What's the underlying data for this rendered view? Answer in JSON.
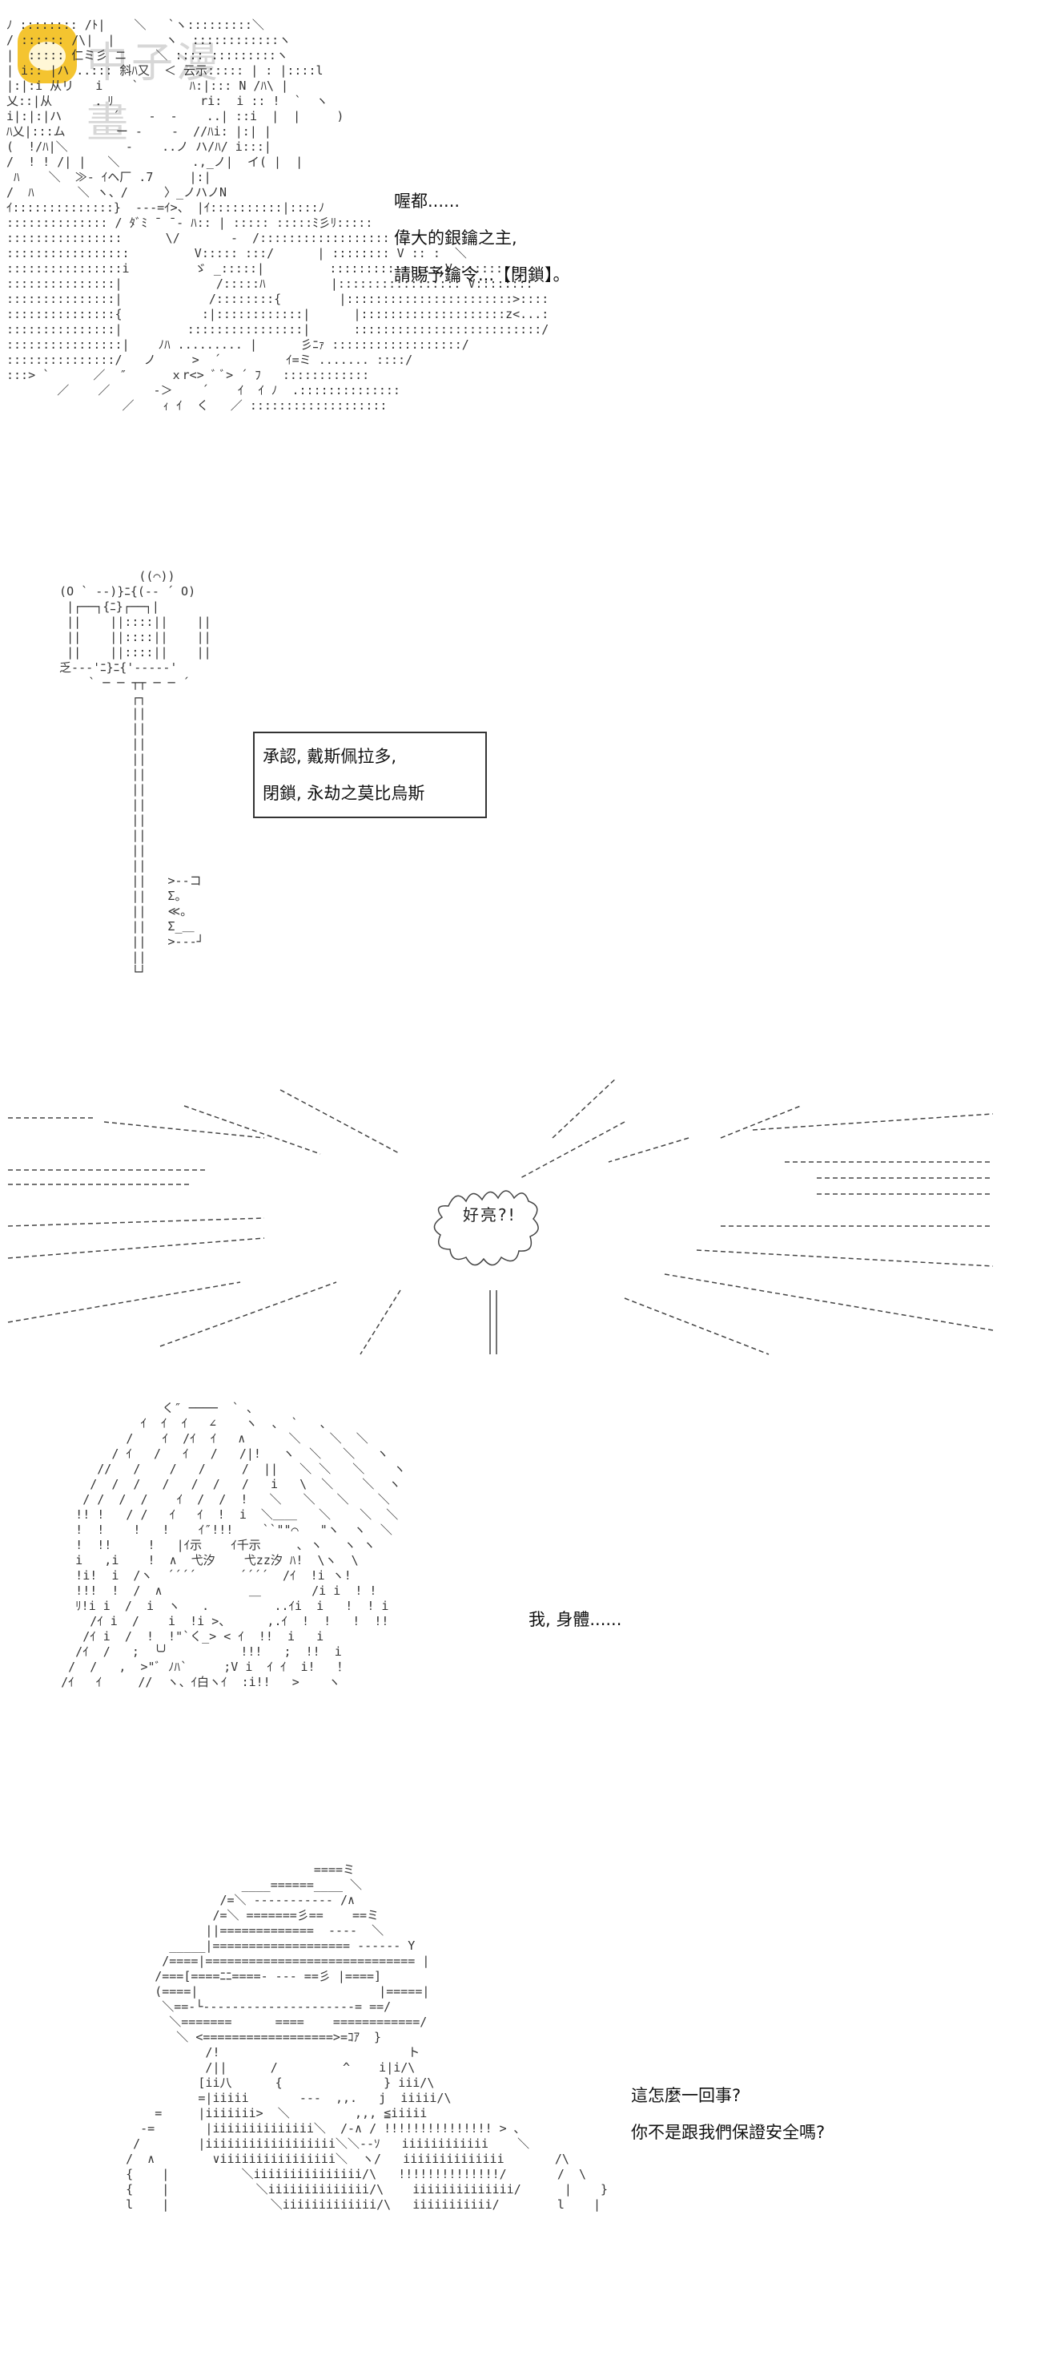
{
  "watermark": {
    "text": "中子漫畫",
    "icon": "mascot-face-icon",
    "color": "#f4c430"
  },
  "panel1": {
    "lines": [
      "喔都......",
      "偉大的銀鑰之主,",
      "請賜予鑰令...【閉鎖】。"
    ]
  },
  "panel2": {
    "box_lines": [
      "承認, 戴斯佩拉多,",
      "閉鎖, 永劫之莫比烏斯"
    ]
  },
  "panel3": {
    "sfx": "好亮?!"
  },
  "panel4": {
    "lines": [
      "我, 身體......"
    ]
  },
  "panel5": {
    "lines": [
      "這怎麼一回事?",
      "你不是跟我們保證安全嗎?"
    ]
  }
}
